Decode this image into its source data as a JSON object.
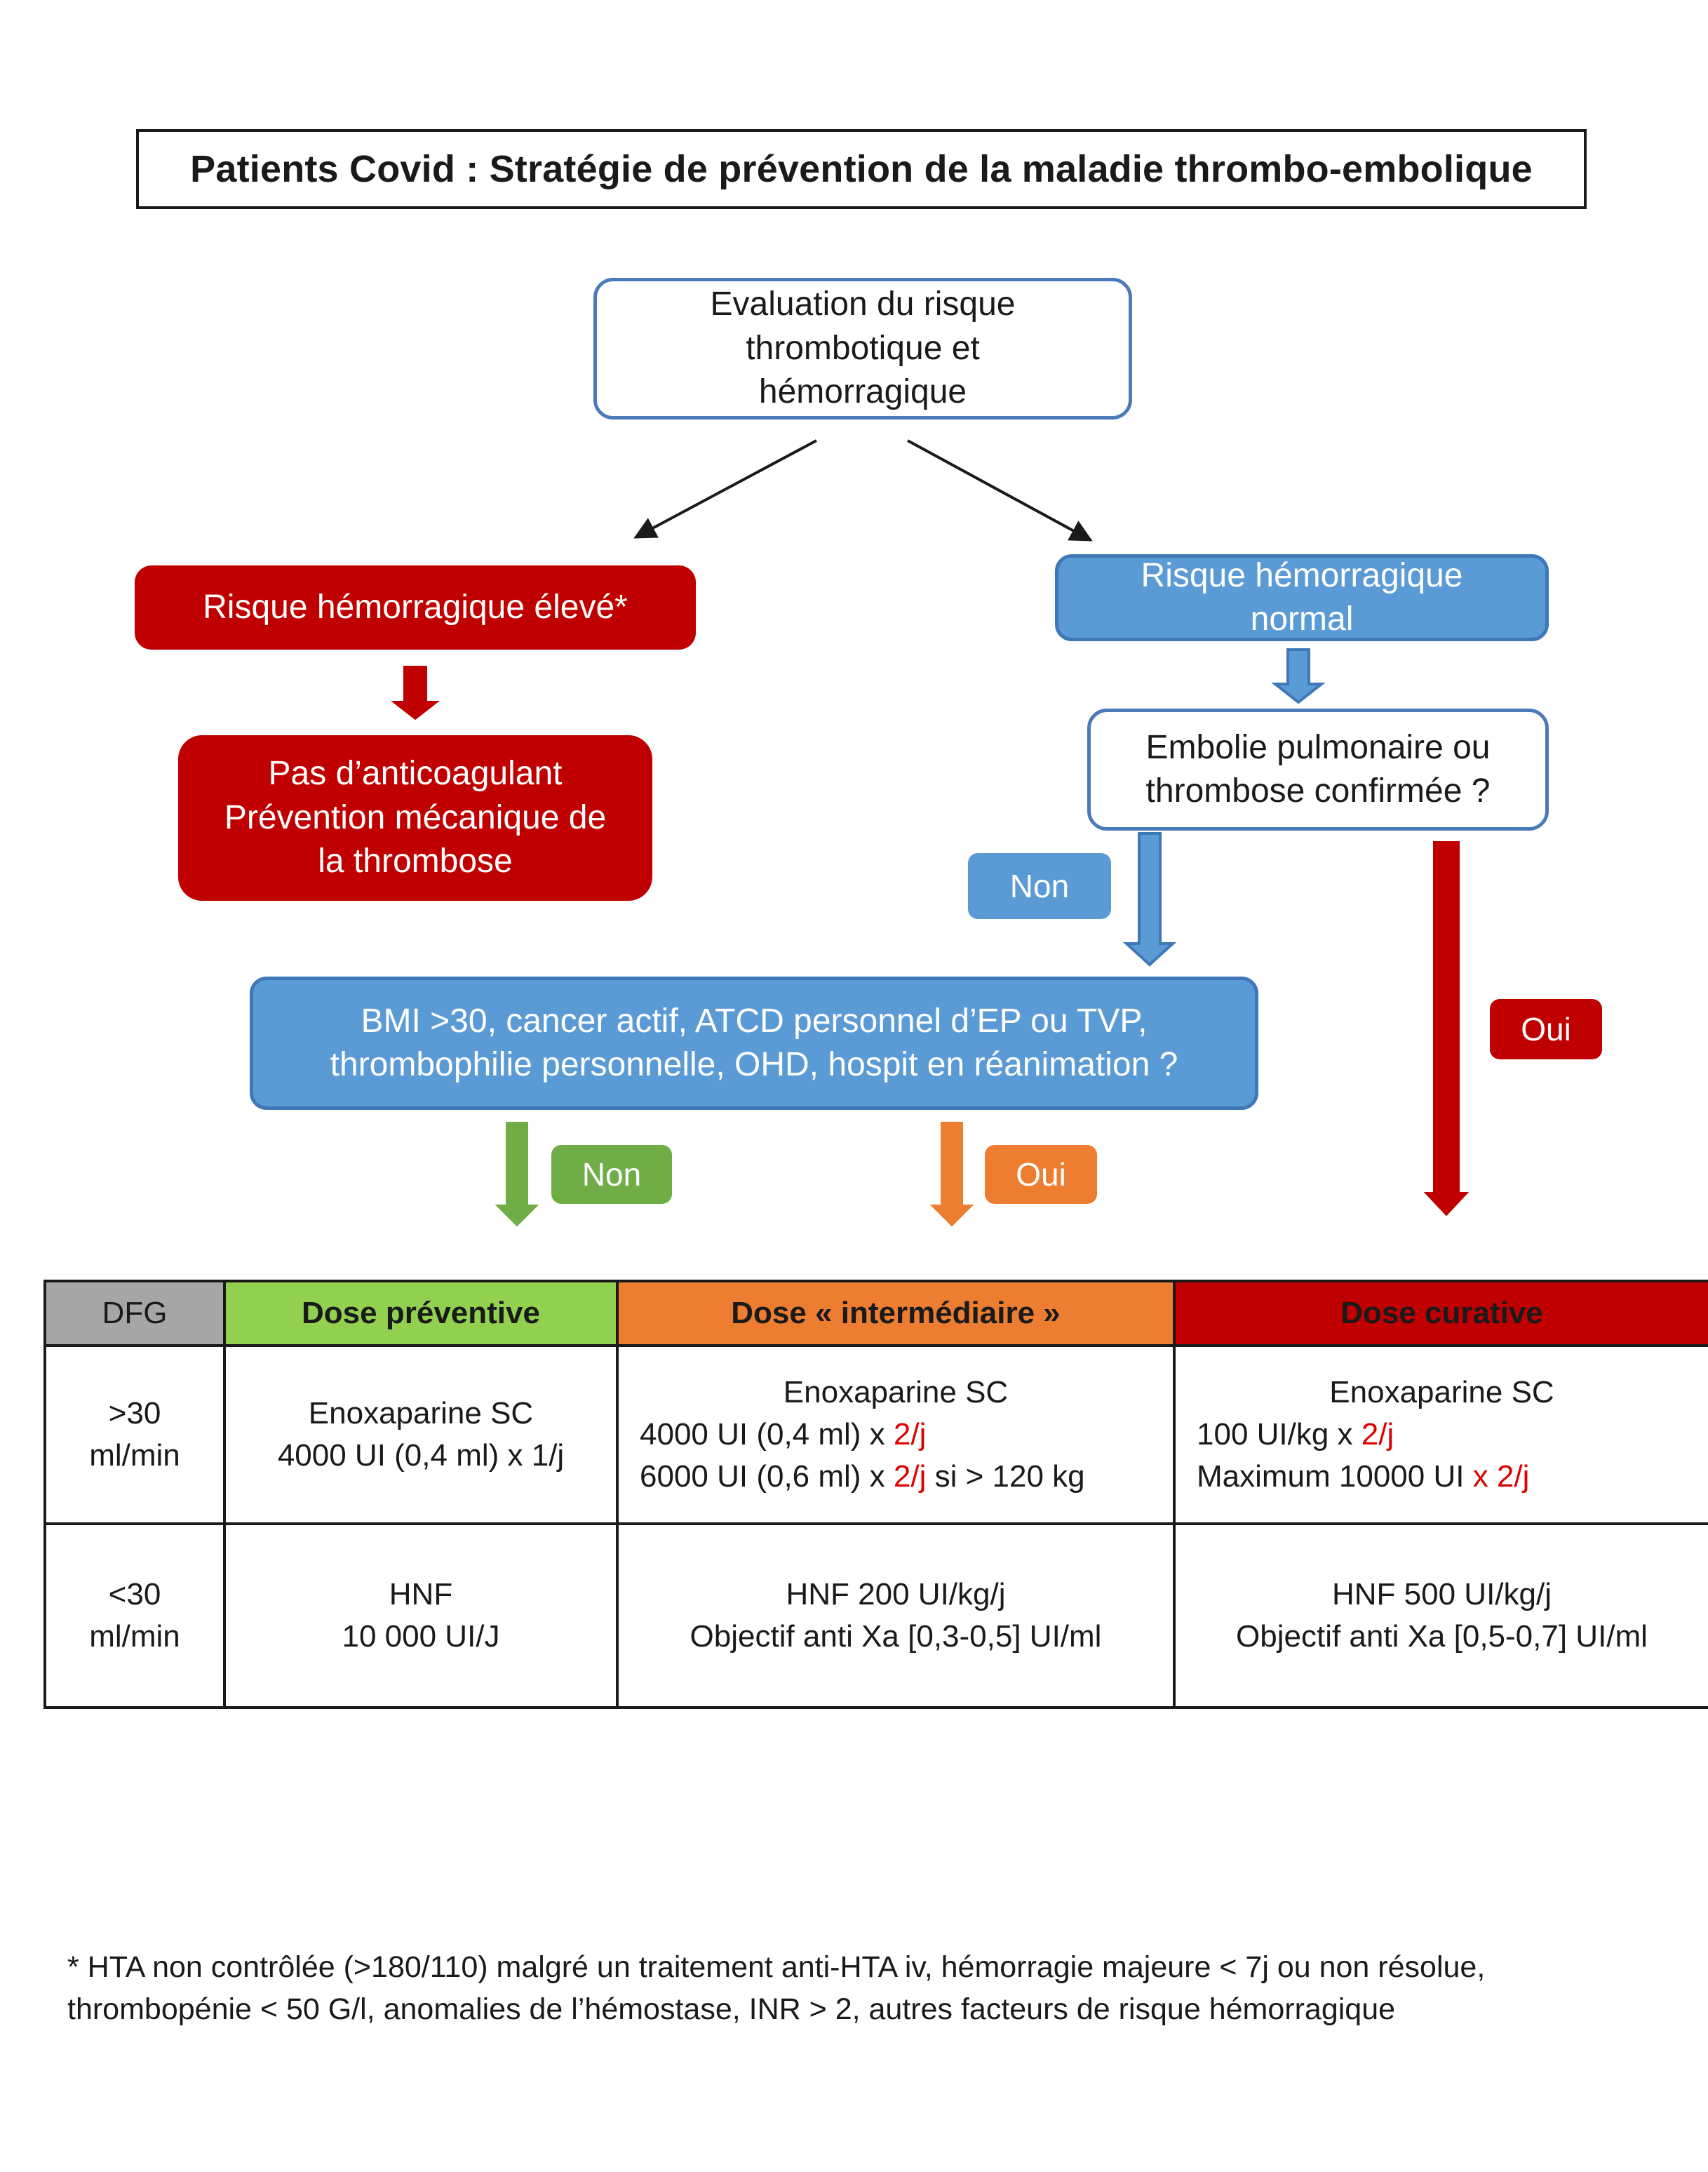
{
  "title": "Patients Covid : Stratégie de prévention de la maladie thrombo-embolique",
  "nodes": {
    "evaluation": [
      "Evaluation du risque",
      "thrombotique et",
      "hémorragique"
    ],
    "high_risk": [
      "Risque hémorragique élevé*"
    ],
    "no_anticoag": [
      "Pas d’anticoagulant",
      "Prévention mécanique de",
      "la thrombose"
    ],
    "normal_risk": [
      "Risque hémorragique",
      "normal"
    ],
    "embolie": [
      "Embolie pulmonaire ou",
      "thrombose confirmée ?"
    ],
    "bmi": [
      "BMI >30, cancer actif, ATCD personnel d’EP ou TVP,",
      "thrombophilie personnelle, OHD, hospit en réanimation ?"
    ]
  },
  "labels": {
    "non_embolie": "Non",
    "oui_embolie": "Oui",
    "non_bmi": "Non",
    "oui_bmi": "Oui"
  },
  "colors": {
    "red": "#c00000",
    "blue": "#5b9bd5",
    "green": "#70ad47",
    "orange": "#ed7d31",
    "light_green": "#92d050",
    "grey": "#a6a6a6"
  },
  "table": {
    "headers": [
      "DFG",
      "Dose préventive",
      "Dose « intermédiaire »",
      "Dose curative"
    ],
    "row1": {
      "dfg": [
        ">30",
        "ml/min"
      ],
      "preventive": [
        "Enoxaparine SC",
        "4000 UI (0,4 ml) x 1/j"
      ],
      "intermediate": {
        "line1": "Enoxaparine SC",
        "line2_a": "4000 UI (0,4 ml) x ",
        "line2_b": "2/j",
        "line3_a": "6000 UI (0,6 ml) x ",
        "line3_b": "2/j",
        "line3_c": " si > 120 kg"
      },
      "curative": {
        "line1": "Enoxaparine SC",
        "line2_a": "100 UI/kg x ",
        "line2_b": "2/j",
        "line3_a": "Maximum 10000 UI ",
        "line3_b": "x 2/j"
      }
    },
    "row2": {
      "dfg": [
        "<30",
        "ml/min"
      ],
      "preventive": [
        "HNF",
        "10 000 UI/J"
      ],
      "intermediate": [
        "HNF 200 UI/kg/j",
        "Objectif  anti Xa [0,3-0,5] UI/ml"
      ],
      "curative": [
        "HNF 500 UI/kg/j",
        "Objectif anti Xa [0,5-0,7] UI/ml"
      ]
    }
  },
  "footnote": [
    "* HTA non contrôlée (>180/110) malgré un traitement anti-HTA iv, hémorragie majeure < 7j ou non résolue,",
    "thrombopénie < 50 G/l, anomalies de l’hémostase, INR > 2, autres facteurs de risque hémorragique"
  ]
}
